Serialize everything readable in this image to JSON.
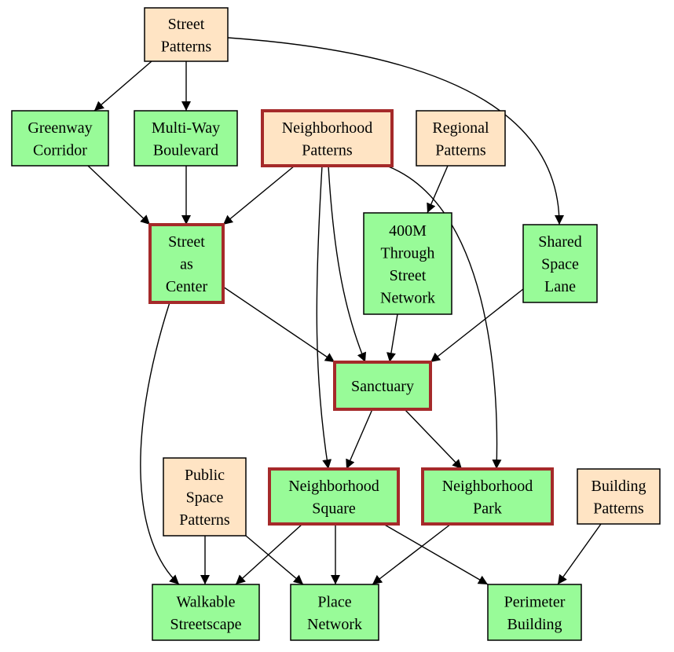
{
  "colors": {
    "category_fill": "#ffe4c4",
    "pattern_fill": "#98fb98",
    "highlight_stroke": "#a52a2a",
    "default_stroke": "#000000",
    "edge": "#000000"
  },
  "nodes": {
    "street_patterns": {
      "lines": [
        "Street",
        "Patterns"
      ],
      "kind": "category",
      "highlight": false
    },
    "greenway_corridor": {
      "lines": [
        "Greenway",
        "Corridor"
      ],
      "kind": "pattern",
      "highlight": false
    },
    "multi_way_boulevard": {
      "lines": [
        "Multi-Way",
        "Boulevard"
      ],
      "kind": "pattern",
      "highlight": false
    },
    "neighborhood_patterns": {
      "lines": [
        "Neighborhood",
        "Patterns"
      ],
      "kind": "category",
      "highlight": true
    },
    "regional_patterns": {
      "lines": [
        "Regional",
        "Patterns"
      ],
      "kind": "category",
      "highlight": false
    },
    "street_as_center": {
      "lines": [
        "Street",
        "as",
        "Center"
      ],
      "kind": "pattern",
      "highlight": true
    },
    "through_street_network": {
      "lines": [
        "400M",
        "Through",
        "Street",
        "Network"
      ],
      "kind": "pattern",
      "highlight": false
    },
    "shared_space_lane": {
      "lines": [
        "Shared",
        "Space",
        "Lane"
      ],
      "kind": "pattern",
      "highlight": false
    },
    "sanctuary": {
      "lines": [
        "Sanctuary"
      ],
      "kind": "pattern",
      "highlight": true
    },
    "public_space_patterns": {
      "lines": [
        "Public",
        "Space",
        "Patterns"
      ],
      "kind": "category",
      "highlight": false
    },
    "neighborhood_square": {
      "lines": [
        "Neighborhood",
        "Square"
      ],
      "kind": "pattern",
      "highlight": true
    },
    "neighborhood_park": {
      "lines": [
        "Neighborhood",
        "Park"
      ],
      "kind": "pattern",
      "highlight": true
    },
    "building_patterns": {
      "lines": [
        "Building",
        "Patterns"
      ],
      "kind": "category",
      "highlight": false
    },
    "walkable_streetscape": {
      "lines": [
        "Walkable",
        "Streetscape"
      ],
      "kind": "pattern",
      "highlight": false
    },
    "place_network": {
      "lines": [
        "Place",
        "Network"
      ],
      "kind": "pattern",
      "highlight": false
    },
    "perimeter_building": {
      "lines": [
        "Perimeter",
        "Building"
      ],
      "kind": "pattern",
      "highlight": false
    }
  },
  "edges": [
    {
      "from": "street_patterns",
      "to": "greenway_corridor"
    },
    {
      "from": "street_patterns",
      "to": "multi_way_boulevard"
    },
    {
      "from": "street_patterns",
      "to": "shared_space_lane"
    },
    {
      "from": "greenway_corridor",
      "to": "street_as_center"
    },
    {
      "from": "multi_way_boulevard",
      "to": "street_as_center"
    },
    {
      "from": "neighborhood_patterns",
      "to": "street_as_center"
    },
    {
      "from": "neighborhood_patterns",
      "to": "sanctuary"
    },
    {
      "from": "neighborhood_patterns",
      "to": "neighborhood_square"
    },
    {
      "from": "neighborhood_patterns",
      "to": "neighborhood_park"
    },
    {
      "from": "regional_patterns",
      "to": "through_street_network"
    },
    {
      "from": "street_as_center",
      "to": "sanctuary"
    },
    {
      "from": "street_as_center",
      "to": "walkable_streetscape"
    },
    {
      "from": "through_street_network",
      "to": "sanctuary"
    },
    {
      "from": "shared_space_lane",
      "to": "sanctuary"
    },
    {
      "from": "sanctuary",
      "to": "neighborhood_square"
    },
    {
      "from": "sanctuary",
      "to": "neighborhood_park"
    },
    {
      "from": "public_space_patterns",
      "to": "walkable_streetscape"
    },
    {
      "from": "public_space_patterns",
      "to": "place_network"
    },
    {
      "from": "neighborhood_square",
      "to": "walkable_streetscape"
    },
    {
      "from": "neighborhood_square",
      "to": "place_network"
    },
    {
      "from": "neighborhood_square",
      "to": "perimeter_building"
    },
    {
      "from": "neighborhood_park",
      "to": "place_network"
    },
    {
      "from": "building_patterns",
      "to": "perimeter_building"
    }
  ]
}
